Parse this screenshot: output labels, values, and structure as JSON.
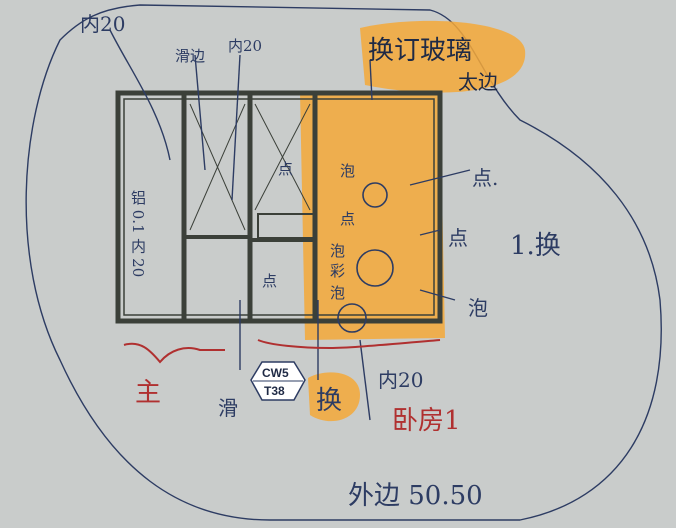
{
  "palette": {
    "paper": "#c9cccb",
    "highlighter": "#f5a838",
    "ink_blue": "#2d3c63",
    "ink_red": "#b03030",
    "frame": "#3b4039"
  },
  "notes": {
    "top_left": "内20",
    "top_left_2": "滑边",
    "top_left_3": "内20",
    "top_right_1": "换订玻璃",
    "top_right_2": "太边",
    "left_panel": "铝 0.1 内 20",
    "center_dot": "点",
    "lower_dot": "点",
    "orange_1": "泡",
    "orange_2": "点",
    "orange_3": "泡",
    "orange_4": "彩",
    "orange_5": "泡",
    "right_1": "点.",
    "right_2": "点",
    "right_3": "1.换",
    "right_4": "泡",
    "red_left": "主",
    "stamp_top": "CW5",
    "stamp_bottom": "T38",
    "bottom_swap": "换",
    "bottom_mid": "滑",
    "bottom_right_1": "内20",
    "bottom_right_red": "卧房1",
    "bottom_foot": "外边 50.50"
  }
}
